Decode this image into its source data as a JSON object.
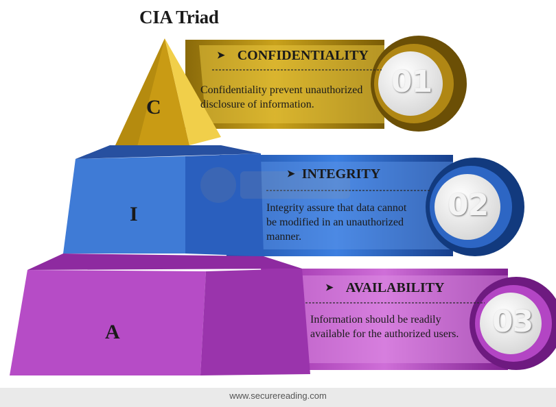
{
  "title": "CIA Triad",
  "colors": {
    "confidentiality": "#c9a21c",
    "integrity": "#2f6fd0",
    "availability": "#b43fc0"
  },
  "tiers": [
    {
      "letter": "C",
      "heading": "CONFIDENTIALITY",
      "description_lines": [
        "Confidentiality prevent unauthorized",
        "disclosure of information."
      ],
      "number": "01",
      "arrow_icon": "arrow-bullet-icon"
    },
    {
      "letter": "I",
      "heading": "INTEGRITY",
      "description_lines": [
        "Integrity assure that data cannot",
        "be modified in an unauthorized",
        "manner."
      ],
      "number": "02",
      "arrow_icon": "arrow-bullet-icon"
    },
    {
      "letter": "A",
      "heading": "AVAILABILITY",
      "description_lines": [
        "Information should be readily",
        "available for the authorized users."
      ],
      "number": "03",
      "arrow_icon": "arrow-bullet-icon"
    }
  ],
  "footer": "www.securereading.com"
}
